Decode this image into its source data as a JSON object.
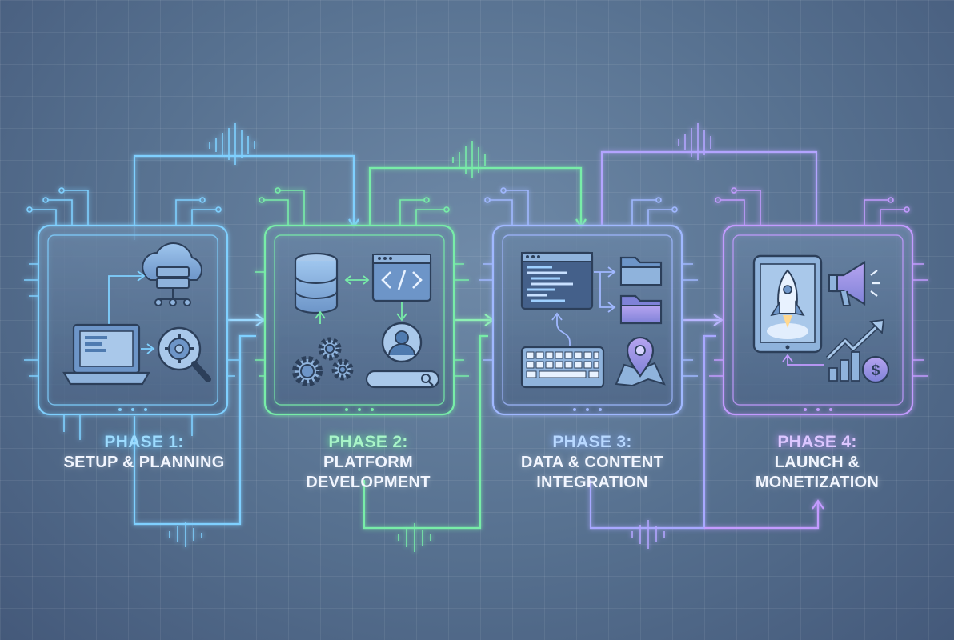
{
  "phases": [
    {
      "number": "PHASE 1:",
      "name_lines": [
        "SETUP & PLANNING"
      ],
      "accent": "#6ec8ff"
    },
    {
      "number": "PHASE 2:",
      "name_lines": [
        "PLATFORM",
        "DEVELOPMENT"
      ],
      "accent": "#6ef0a0"
    },
    {
      "number": "PHASE 3:",
      "name_lines": [
        "DATA & CONTENT",
        "INTEGRATION"
      ],
      "accent": "#8ab2ff"
    },
    {
      "number": "PHASE 4:",
      "name_lines": [
        "LAUNCH &",
        "MONETIZATION"
      ],
      "accent": "#c39bff"
    }
  ],
  "icons": {
    "phase_1": [
      "cloud-server-icon",
      "laptop-icon",
      "gear-search-icon"
    ],
    "phase_2": [
      "database-icon",
      "code-window-icon",
      "gears-icon",
      "user-profile-icon",
      "search-bar-icon"
    ],
    "phase_3": [
      "code-editor-icon",
      "folder-icon",
      "keyboard-icon",
      "map-pin-icon"
    ],
    "phase_4": [
      "rocket-tablet-icon",
      "megaphone-icon",
      "growth-chart-icon",
      "dollar-coin-icon"
    ]
  },
  "background_color": "#56708f"
}
